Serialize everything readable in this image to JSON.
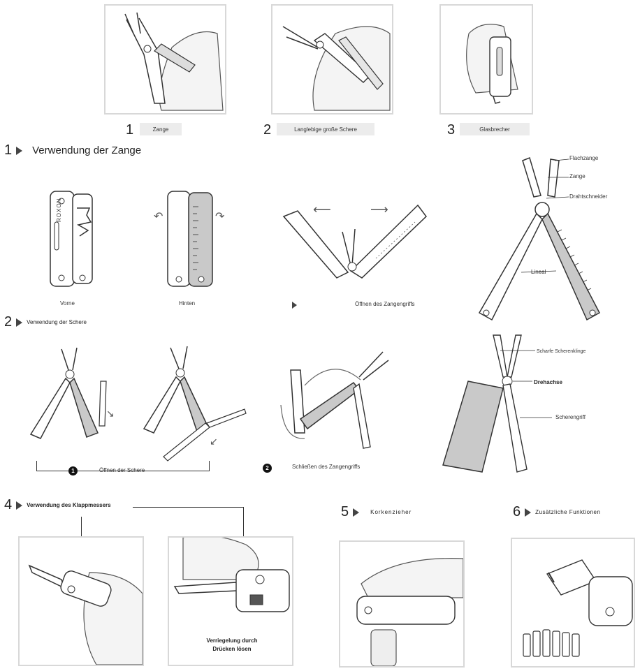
{
  "top_steps": [
    {
      "number": "1",
      "caption": "Zange"
    },
    {
      "number": "2",
      "caption": "Langlebige große Schere"
    },
    {
      "number": "3",
      "caption": "Glasbrecher"
    }
  ],
  "sections": {
    "s1": {
      "number": "1",
      "title": "Verwendung der Zange"
    },
    "s2": {
      "number": "2",
      "title": "Verwendung der Schere"
    },
    "s4": {
      "number": "4",
      "title": "Verwendung des Klappmessers"
    },
    "s5": {
      "number": "5",
      "title": "Korkenzieher"
    },
    "s6": {
      "number": "6",
      "title": "Zusätzliche Funktionen"
    }
  },
  "pliers": {
    "brand": "ROXON",
    "front": "Vorne",
    "back": "Hinten",
    "open_grip": "Öffnen des Zangengriffs",
    "parts": {
      "flat": "Flachzange",
      "pliers": "Zange",
      "wire": "Drahtschneider",
      "ruler": "Lineal"
    }
  },
  "scissors": {
    "step1_num": "1",
    "step1": "Öffnen der Schere",
    "step2_num": "2",
    "step2": "Schließen des Zangengriffs",
    "parts": {
      "blade": "Scharfe Scherenklinge",
      "pivot": "Drehachse",
      "grip": "Scherengriff"
    }
  },
  "knife": {
    "unlock": "Verriegelung durch Drücken lösen"
  },
  "colors": {
    "line": "#3a3a3a",
    "frame": "#d8d8d8",
    "caption_bg": "#ececec",
    "ruler": "#bdbdbd"
  }
}
